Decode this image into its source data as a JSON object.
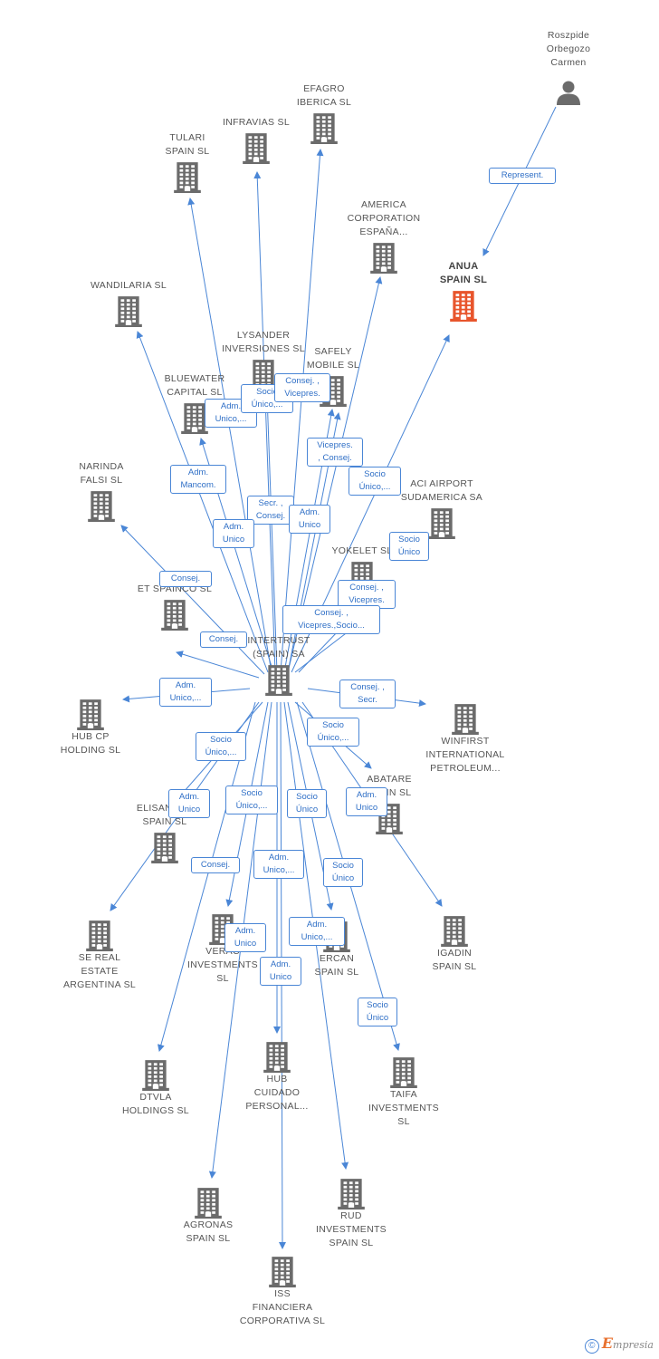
{
  "colors": {
    "building": "#6b6b6b",
    "highlight": "#e8552c",
    "edge": "#4a86d6",
    "label_text": "#2f6fc6"
  },
  "person": {
    "label": "Roszpide\nOrbegozo\nCarmen",
    "icon": "person-icon"
  },
  "nodes": [
    {
      "id": "anua",
      "label": "ANUA\nSPAIN  SL",
      "main": true
    },
    {
      "id": "efagro",
      "label": "EFAGRO\nIBERICA  SL"
    },
    {
      "id": "infravias",
      "label": "INFRAVIAS  SL"
    },
    {
      "id": "tulari",
      "label": "TULARI\nSPAIN  SL"
    },
    {
      "id": "america",
      "label": "AMERICA\nCORPORATION\nESPAÑA..."
    },
    {
      "id": "wandilaria",
      "label": "WANDILARIA SL"
    },
    {
      "id": "lysander",
      "label": "LYSANDER\nINVERSIONES SL"
    },
    {
      "id": "safely",
      "label": "SAFELY\nMOBILE SL"
    },
    {
      "id": "bluewater",
      "label": "BLUEWATER\nCAPITAL SL"
    },
    {
      "id": "aciairport",
      "label": "ACI AIRPORT\nSUDAMERICA SA"
    },
    {
      "id": "narinda",
      "label": "NARINDA\nFALSI SL"
    },
    {
      "id": "yokelet",
      "label": "YOKELET  SL"
    },
    {
      "id": "etspainco",
      "label": "ET SPAINCO SL"
    },
    {
      "id": "intertrust",
      "label": "INTERTRUST\n(SPAIN) SA"
    },
    {
      "id": "hubcp",
      "label": "HUB CP\nHOLDING  SL"
    },
    {
      "id": "winfirst",
      "label": "WINFIRST\nINTERNATIONAL\nPETROLEUM..."
    },
    {
      "id": "abatare",
      "label": "ABATARE\nSPAIN  SL"
    },
    {
      "id": "elisandra",
      "label": "ELISANDRA\nSPAIN  SL"
    },
    {
      "id": "sereal",
      "label": "SE REAL\nESTATE\nARGENTINA SL"
    },
    {
      "id": "verac",
      "label": "VERAC\nINVESTMENTS\nSL"
    },
    {
      "id": "ercan",
      "label": "ERCAN\nSPAIN  SL"
    },
    {
      "id": "igadin",
      "label": "IGADIN\nSPAIN SL"
    },
    {
      "id": "dtvla",
      "label": "DTVLA\nHOLDINGS  SL"
    },
    {
      "id": "hubcuidado",
      "label": "HUB\nCUIDADO\nPERSONAL..."
    },
    {
      "id": "taifa",
      "label": "TAIFA\nINVESTMENTS\nSL"
    },
    {
      "id": "agronas",
      "label": "AGRONAS\nSPAIN SL"
    },
    {
      "id": "rud",
      "label": "RUD\nINVESTMENTS\nSPAIN  SL"
    },
    {
      "id": "iss",
      "label": "ISS\nFINANCIERA\nCORPORATIVA SL"
    }
  ],
  "edge_labels": [
    {
      "id": "represent",
      "text": "Represent."
    },
    {
      "id": "tulari",
      "text": "Adm.\nUnico,..."
    },
    {
      "id": "infravias",
      "text": "Socio\nÚnico,..."
    },
    {
      "id": "efagro",
      "text": "Consej. ,\nVicepres."
    },
    {
      "id": "safely",
      "text": "Vicepres.\n, Consej."
    },
    {
      "id": "america",
      "text": "Socio\nÚnico,..."
    },
    {
      "id": "wandilaria",
      "text": "Adm.\nMancom."
    },
    {
      "id": "lysander",
      "text": "Secr. ,\nConsej."
    },
    {
      "id": "bluewater",
      "text": "Adm.\nUnico"
    },
    {
      "id": "safely2",
      "text": "Adm.\nUnico"
    },
    {
      "id": "aci",
      "text": "Socio\nÚnico"
    },
    {
      "id": "narinda",
      "text": "Consej."
    },
    {
      "id": "yokelet",
      "text": "Consej. ,\nVicepres."
    },
    {
      "id": "anua",
      "text": "Consej. ,\nVicepres.,Socio..."
    },
    {
      "id": "etspainco",
      "text": "Consej."
    },
    {
      "id": "hubcp",
      "text": "Adm.\nUnico,..."
    },
    {
      "id": "winfirst",
      "text": "Consej. ,\nSecr."
    },
    {
      "id": "abatare",
      "text": "Socio\nÚnico,..."
    },
    {
      "id": "elisandra",
      "text": "Socio\nÚnico,..."
    },
    {
      "id": "elisandra2",
      "text": "Adm.\nUnico"
    },
    {
      "id": "verac",
      "text": "Socio\nÚnico,..."
    },
    {
      "id": "ercan",
      "text": "Socio\nÚnico"
    },
    {
      "id": "igadin",
      "text": "Adm.\nUnico"
    },
    {
      "id": "sereal",
      "text": "Consej."
    },
    {
      "id": "hubcuidado",
      "text": "Adm.\nUnico,..."
    },
    {
      "id": "taifa",
      "text": "Socio\nÚnico"
    },
    {
      "id": "agronas",
      "text": "Adm.\nUnico"
    },
    {
      "id": "ercan2",
      "text": "Adm.\nUnico,..."
    },
    {
      "id": "iss",
      "text": "Adm.\nUnico"
    },
    {
      "id": "taifa2",
      "text": "Socio\nÚnico"
    }
  ],
  "footer": {
    "copyright": "©",
    "brand_initial": "E",
    "brand_rest": "mpresia"
  }
}
